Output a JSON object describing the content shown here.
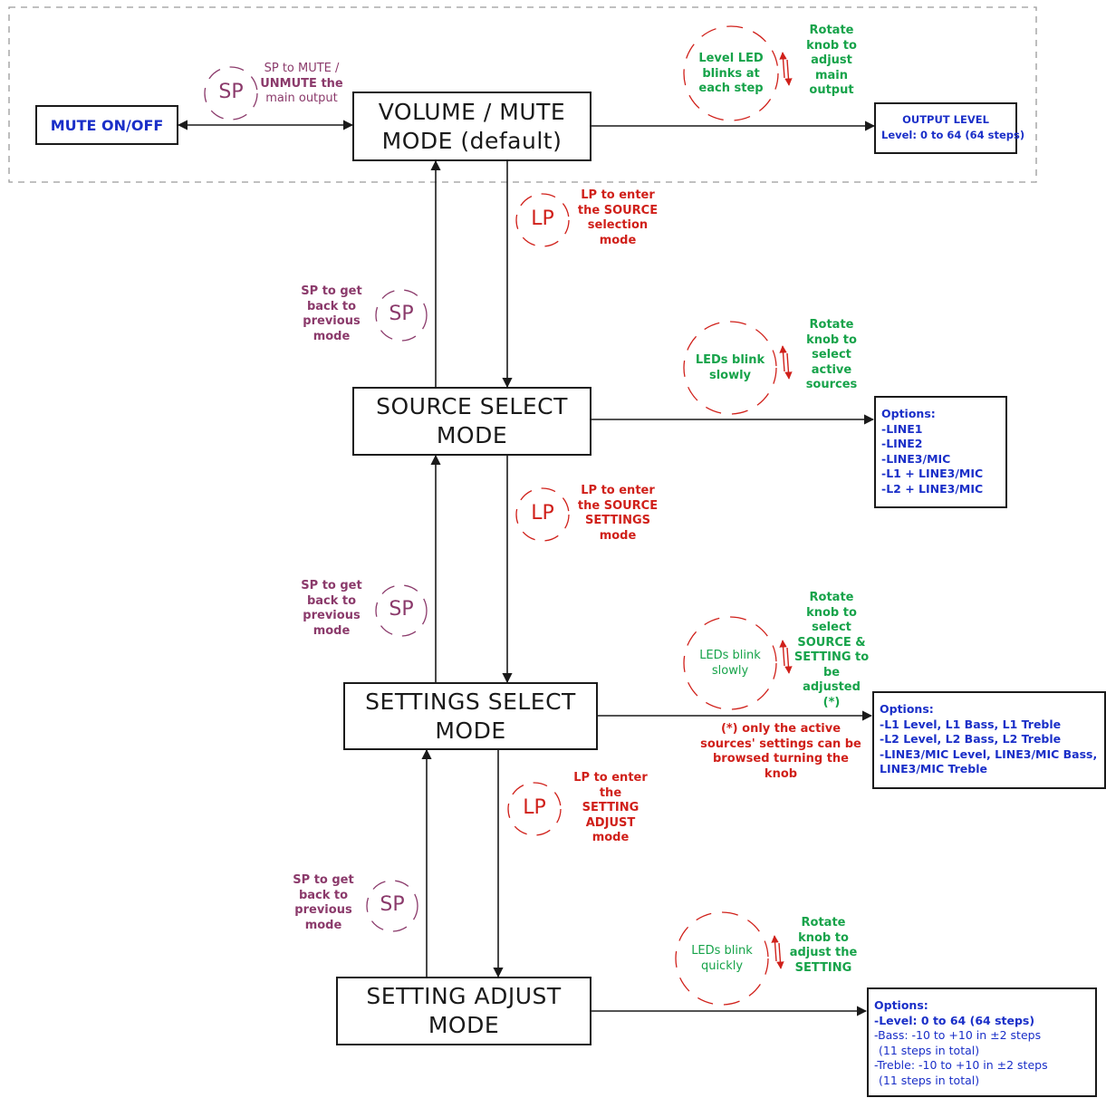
{
  "modes": {
    "volume": [
      "VOLUME / MUTE",
      "MODE (default)"
    ],
    "source": [
      "SOURCE SELECT",
      "MODE"
    ],
    "settings": [
      "SETTINGS SELECT",
      "MODE"
    ],
    "adjust": [
      "SETTING ADJUST",
      "MODE"
    ]
  },
  "mute_box": "MUTE ON/OFF",
  "outputs": {
    "output_level": [
      "OUTPUT LEVEL",
      "Level: 0 to 64 (64 steps)"
    ],
    "source_options": [
      "Options:",
      "-LINE1",
      "-LINE2",
      "-LINE3/MIC",
      "-L1 + LINE3/MIC",
      "-L2 + LINE3/MIC"
    ],
    "settings_options": [
      "Options:",
      "-L1 Level, L1 Bass, L1 Treble",
      "-L2 Level, L2 Bass, L2 Treble",
      "-LINE3/MIC Level, LINE3/MIC Bass,",
      "LINE3/MIC Treble"
    ],
    "adjust_options": [
      "Options:",
      "-Level: 0 to 64 (64 steps)",
      "-Bass: -10 to +10 in ±2 steps",
      "(11 steps in total)",
      "-Treble: -10 to +10 in ±2 steps",
      "(11 steps in total)"
    ]
  },
  "badges": {
    "sp": "SP",
    "lp": "LP"
  },
  "notes": {
    "sp_mute": [
      "SP to MUTE /",
      "UNMUTE the",
      "main output"
    ],
    "lp_source": [
      "LP to enter",
      "the SOURCE",
      "selection",
      "mode"
    ],
    "lp_settings": [
      "LP to enter",
      "the SOURCE",
      "SETTINGS",
      "mode"
    ],
    "lp_adjust": [
      "LP to enter",
      "the",
      "SETTING",
      "ADJUST",
      "mode"
    ],
    "sp_back": [
      "SP to  get",
      "back to",
      "previous",
      "mode"
    ]
  },
  "leds": {
    "volume": [
      "Level LED",
      "blinks at",
      "each step"
    ],
    "source": [
      "LEDs blink",
      "slowly"
    ],
    "settings": [
      "LEDs blink",
      "slowly"
    ],
    "adjust": [
      "LEDs blink",
      "quickly"
    ]
  },
  "rotate": {
    "volume": [
      "Rotate",
      "knob to",
      "adjust",
      "main",
      "output"
    ],
    "source": [
      "Rotate",
      "knob to",
      "select",
      "active",
      "sources"
    ],
    "settings": [
      "Rotate",
      "knob to",
      "select",
      "SOURCE &",
      "SETTING to",
      "be",
      "adjusted",
      "(*)"
    ],
    "adjust": [
      "Rotate",
      "knob to",
      "adjust the",
      "SETTING"
    ]
  },
  "footnote": [
    "(*) only the active",
    "sources' settings can be",
    "browsed turning the",
    "knob"
  ],
  "colors": {
    "mode_text": "#1a1a1a",
    "output_blue": "#1a2fc8",
    "sp_purple": "#8b3a6b",
    "lp_red": "#d0201a",
    "led_green": "#17a34a",
    "dashed_frame": "#9a9a9a"
  }
}
